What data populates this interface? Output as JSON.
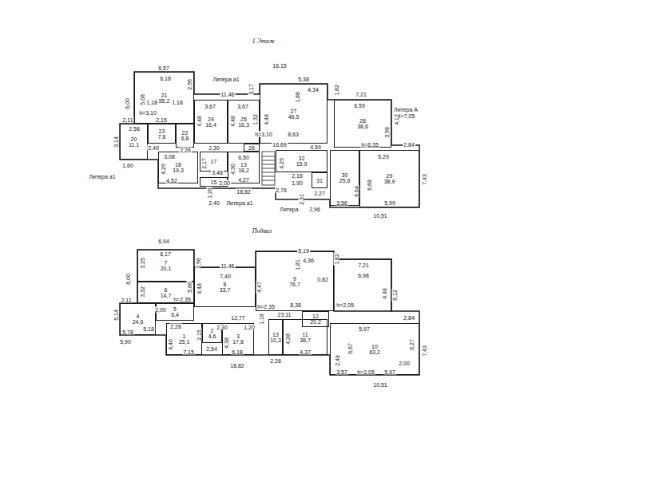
{
  "diagram": {
    "nodes": [
      {
        "text": [
          "21",
          "55,2"
        ]
      },
      {
        "text": [
          "20",
          "11,1"
        ]
      },
      {
        "text": [
          "23",
          "7,8"
        ]
      },
      {
        "text": [
          "22",
          "6,8"
        ]
      },
      {
        "text": [
          "24",
          "16,4"
        ]
      },
      {
        "text": [
          "25",
          "16,3"
        ]
      },
      {
        "text": [
          "27",
          "46,5"
        ]
      },
      {
        "text": [
          "28",
          "38,6"
        ]
      },
      {
        "text": [
          "18",
          "19,3"
        ]
      },
      {
        "text": [
          "17"
        ]
      },
      {
        "text": [
          "15"
        ]
      },
      {
        "text": [
          "13",
          "18,2"
        ]
      },
      {
        "text": [
          "32",
          "15,9"
        ]
      },
      {
        "text": [
          "31"
        ]
      },
      {
        "text": [
          "30",
          "25,6"
        ]
      },
      {
        "text": [
          "29",
          "38,9"
        ]
      },
      {
        "text": [
          "26"
        ]
      },
      {
        "text": [
          "7",
          "20,1"
        ]
      },
      {
        "text": [
          "6",
          "14,7"
        ]
      },
      {
        "text": [
          "4",
          "24,6"
        ]
      },
      {
        "text": [
          "5",
          "6,4"
        ]
      },
      {
        "text": [
          "8",
          "33,7"
        ]
      },
      {
        "text": [
          "9",
          "76,7"
        ]
      },
      {
        "text": [
          "12",
          "20,2"
        ]
      },
      {
        "text": [
          "1",
          "25,1"
        ]
      },
      {
        "text": [
          "2",
          "4,6"
        ]
      },
      {
        "text": [
          "3",
          "17,8"
        ]
      },
      {
        "text": [
          "13",
          "10,3"
        ]
      },
      {
        "text": [
          "11",
          "38,7"
        ]
      },
      {
        "text": [
          "10",
          "63,2"
        ]
      }
    ],
    "labels": [
      "1 Этаж",
      "16,15",
      "6,57",
      "6,18",
      "2,96",
      "1,18",
      "1,18",
      "5,08",
      "6,00",
      "h=3,10",
      "Литера а1",
      "3,17",
      "11,46",
      "5,38",
      "4,34",
      "1,88",
      "1,82",
      "7,21",
      "Литера А",
      "H=7,05",
      "6,59",
      "4,12",
      "3,98",
      "3,67",
      "3,67",
      "4,48",
      "4,48",
      "1,32",
      "4,48",
      "h=3,10",
      "8,63",
      "h=6,35",
      "2,84",
      "16,69",
      "2,58",
      "2,15",
      "2,49",
      "3,14",
      "2,11",
      "1,60",
      "Литера а1",
      "2,26",
      "3,08",
      "4,29",
      "4,52",
      "2,30",
      "2,17",
      "3,48",
      "2,00",
      "1,28",
      "2,40",
      "Литера а1",
      "6,50",
      "4,30",
      "4,27",
      "18,82",
      "4,59",
      "4,29",
      "2,16",
      "1,90",
      "2,76",
      "2,27",
      "2,31",
      "Литера",
      "2,96",
      "5,29",
      "6,64",
      "6,68",
      "7,43",
      "3,56",
      "5,99",
      "10,51",
      "Подвал",
      "6,94",
      "6,17",
      "3,25",
      "6,00",
      "3,32",
      "5,86",
      "2,96",
      "h=2,35",
      "11,46",
      "7,40",
      "4,48",
      "4,47",
      "h=2,35",
      "5,19",
      "4,36",
      "1,81",
      "1,82",
      "0,82",
      "8,38",
      "h=2,05",
      "7,21",
      "6,98",
      "4,48",
      "6,12",
      "2,84",
      "23,11",
      "5,14",
      "2,11",
      "5,18",
      "5,78",
      "5,90",
      "2,00",
      "2,28",
      "4,40",
      "7,15",
      "2,30",
      "12,77",
      "2,15",
      "2,54",
      "4,38",
      "6,18",
      "1,18",
      "1,20",
      "18,82",
      "4,28",
      "4,37",
      "2,26",
      "5,97",
      "6,67",
      "6,27",
      "2,00",
      "2,48",
      "3,57",
      "h=2,05",
      "5,97",
      "7,43",
      "10,51"
    ]
  }
}
